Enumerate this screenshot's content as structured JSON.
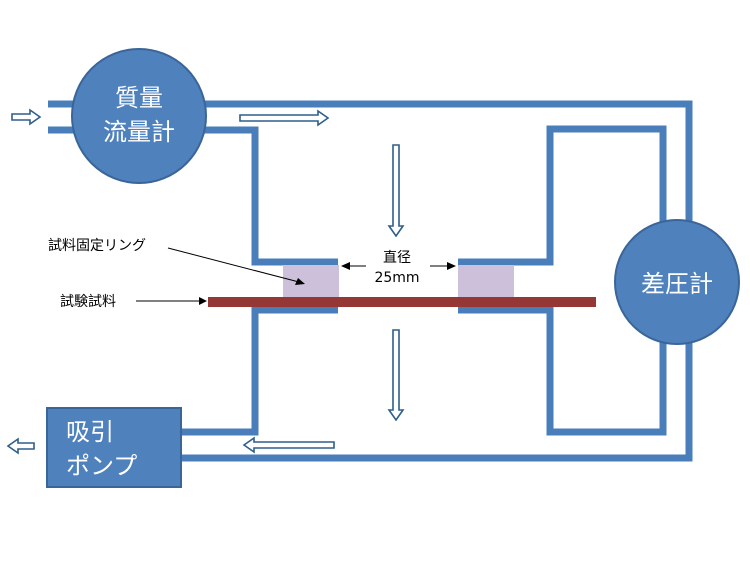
{
  "nodes": {
    "mass_flow_meter": {
      "line1": "質量",
      "line2": "流量計"
    },
    "diff_pressure_gauge": {
      "label": "差圧計"
    },
    "suction_pump": {
      "line1": "吸引",
      "line2": "ポンプ"
    }
  },
  "labels": {
    "sample_ring": "試料固定リング",
    "test_sample": "試験試料",
    "diameter_title": "直径",
    "diameter_value": "25mm"
  },
  "colors": {
    "node_blue": "#4f81bd",
    "pipe_blue": "#4a7ebb",
    "ring_lavender": "#ccc0da",
    "sample_red": "#953735"
  }
}
